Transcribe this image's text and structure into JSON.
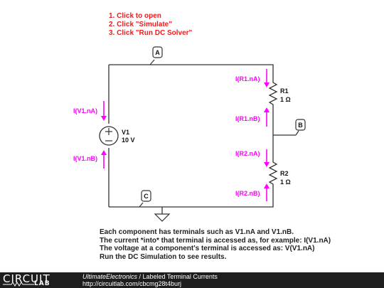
{
  "instructions": [
    "1. Click to open",
    "2. Click \"Simulate\"",
    "3. Click \"Run DC Solver\""
  ],
  "nodes": {
    "a": "A",
    "b": "B",
    "c": "C"
  },
  "components": {
    "v1": {
      "name": "V1",
      "value": "10 V"
    },
    "r1": {
      "name": "R1",
      "value": "1 Ω"
    },
    "r2": {
      "name": "R2",
      "value": "1 Ω"
    }
  },
  "currents": {
    "v1_na": "I(V1.nA)",
    "v1_nb": "I(V1.nB)",
    "r1_na": "I(R1.nA)",
    "r1_nb": "I(R1.nB)",
    "r2_na": "I(R2.nA)",
    "r2_nb": "I(R2.nB)"
  },
  "description": [
    "Each component has terminals such as V1.nA and V1.nB.",
    "The current *into* that terminal is accessed as, for example: I(V1.nA)",
    "The voltage at a component's terminal is accessed as: V(V1.nA)",
    "Run the DC Simulation to see results."
  ],
  "footer": {
    "logo_top": "CIRCUIT",
    "logo_bottom": "LAB",
    "author": "UltimateElectronics",
    "separator": " / ",
    "title": "Labeled Terminal Currents",
    "url": "http://circuitlab.com/cbcmg28t4burj"
  },
  "colors": {
    "annotation": "#ff00ff",
    "instruction": "#ee1c1c",
    "wire": "#333333"
  }
}
